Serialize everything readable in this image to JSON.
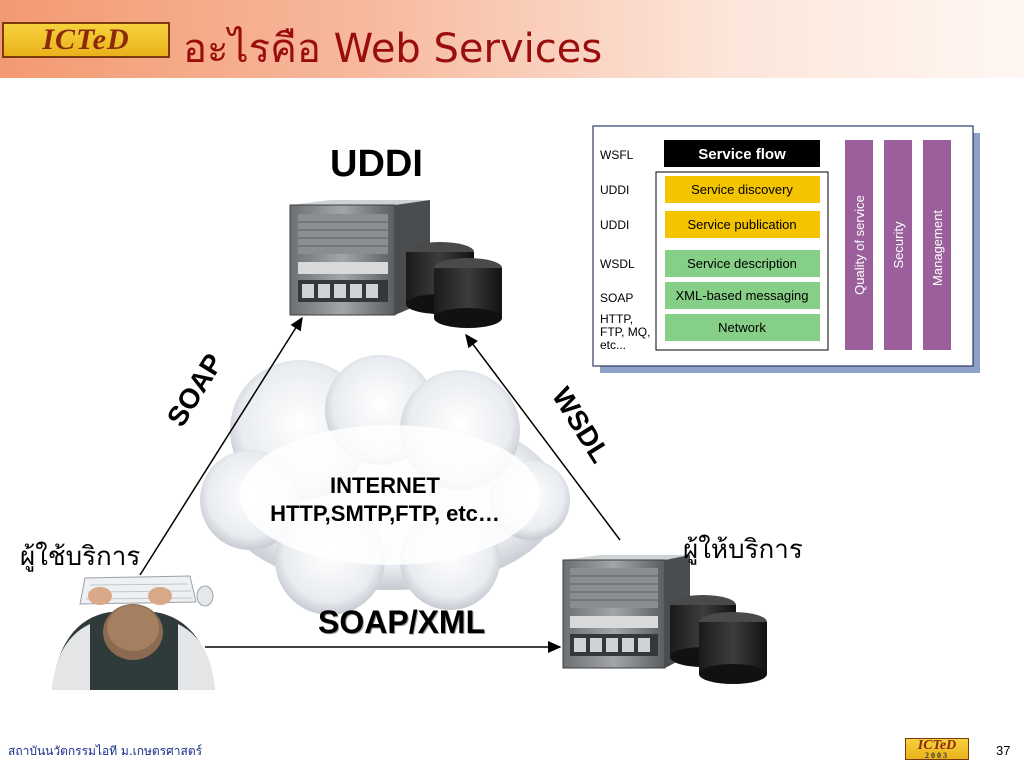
{
  "header": {
    "logo_text": "ICTeD",
    "title": "อะไรคือ Web Services"
  },
  "diagram": {
    "top_label": "UDDI",
    "left_edge_label": "SOAP",
    "right_edge_label": "WSDL",
    "bottom_edge_label": "SOAP/XML",
    "cloud_line1": "INTERNET",
    "cloud_line2": "HTTP,SMTP,FTP, etc…",
    "user_label": "ผู้ใช้บริการ",
    "provider_label": "ผู้ให้บริการ"
  },
  "stack": {
    "layers": [
      {
        "protocol": "WSFL",
        "name": "Service flow"
      },
      {
        "protocol": "UDDI",
        "name": "Service discovery"
      },
      {
        "protocol": "UDDI",
        "name": "Service publication"
      },
      {
        "protocol": "WSDL",
        "name": "Service description"
      },
      {
        "protocol": "SOAP",
        "name": "XML-based messaging"
      },
      {
        "protocol": "HTTP, FTP, MQ, etc...",
        "name": "Network"
      }
    ],
    "protocol_last_lines": [
      "HTTP,",
      "FTP, MQ,",
      "etc..."
    ],
    "side_columns": [
      "Quality of service",
      "Security",
      "Management"
    ],
    "colors": {
      "flow": "#000000",
      "discovery": "#f5c400",
      "description": "#86cf86",
      "side": "#9b609b"
    }
  },
  "footer": {
    "institute": "สถาบันนวัตกรรมไอที ม.เกษตรศาสตร์",
    "logo_text": "ICTeD",
    "logo_year": "2003",
    "page_number": "37"
  }
}
